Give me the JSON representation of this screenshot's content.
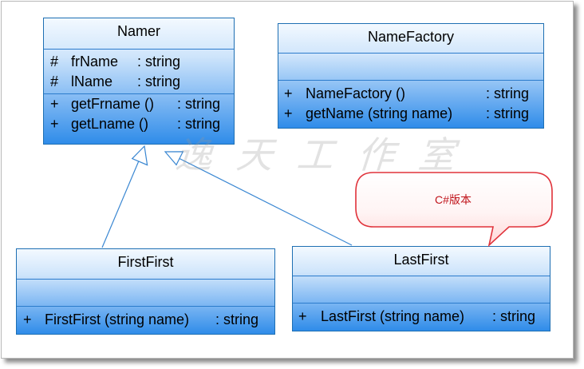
{
  "classes": {
    "namer": {
      "name": "Namer",
      "attributes": [
        {
          "vis": "#",
          "name": "frName",
          "type": ": string"
        },
        {
          "vis": "#",
          "name": "lName",
          "type": ": string"
        }
      ],
      "operations": [
        {
          "vis": "+",
          "name": "getFrname ()",
          "type": ": string"
        },
        {
          "vis": "+",
          "name": "getLname ()",
          "type": ": string"
        }
      ]
    },
    "name_factory": {
      "name": "NameFactory",
      "attributes": [],
      "operations": [
        {
          "vis": "+",
          "name": "NameFactory ()",
          "type": ": string"
        },
        {
          "vis": "+",
          "name": "getName (string name)",
          "type": ": string"
        }
      ]
    },
    "first_first": {
      "name": "FirstFirst",
      "attributes": [],
      "operations": [
        {
          "vis": "+",
          "name": "FirstFirst (string name)",
          "type": ": string"
        }
      ]
    },
    "last_first": {
      "name": "LastFirst",
      "attributes": [],
      "operations": [
        {
          "vis": "+",
          "name": "LastFirst (string name)",
          "type": ": string"
        }
      ]
    }
  },
  "note": {
    "text": "C#版本"
  },
  "watermark": {
    "text": "逸天工作室"
  },
  "colors": {
    "class_border": "#1e6fb3",
    "class_fill_top": "#f3f9ff",
    "class_fill_bottom": "#2f8ce9",
    "link": "#3a87d2",
    "note_border": "#e0323a",
    "note_text": "#c0141b"
  }
}
